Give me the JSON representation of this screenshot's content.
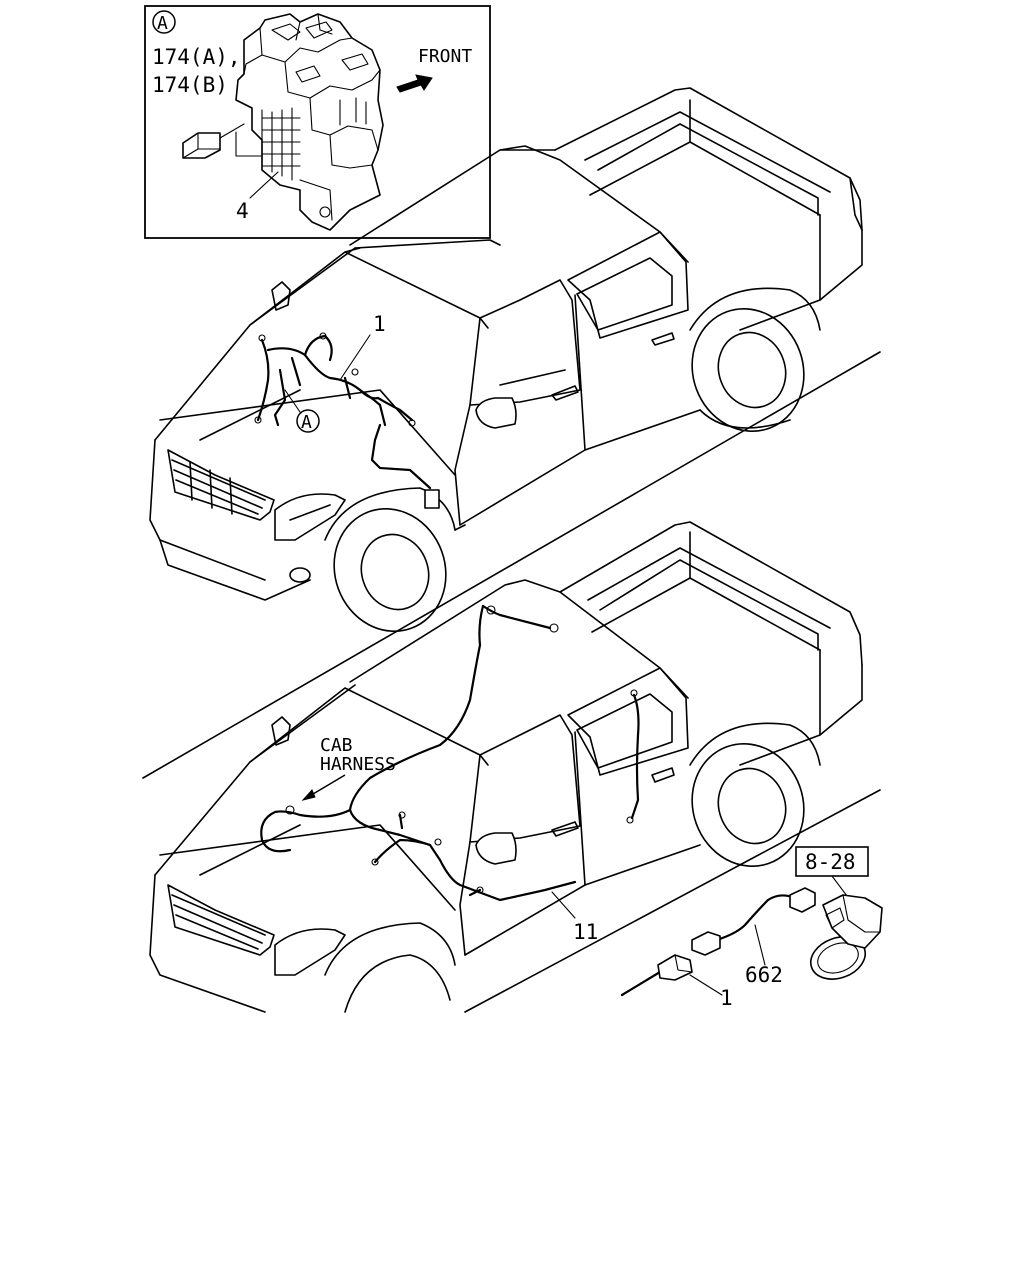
{
  "detail_view": {
    "marker": "A",
    "label_174": "174(A),",
    "label_174b": "174(B)",
    "front_label": "FRONT",
    "label_4": "4"
  },
  "truck_top": {
    "label_1": "1",
    "detail_marker": "A"
  },
  "truck_bottom": {
    "cab_harness_line1": "CAB",
    "cab_harness_line2": "HARNESS",
    "label_11": "11",
    "ref_box": "8-28",
    "label_662": "662",
    "label_1": "1"
  }
}
